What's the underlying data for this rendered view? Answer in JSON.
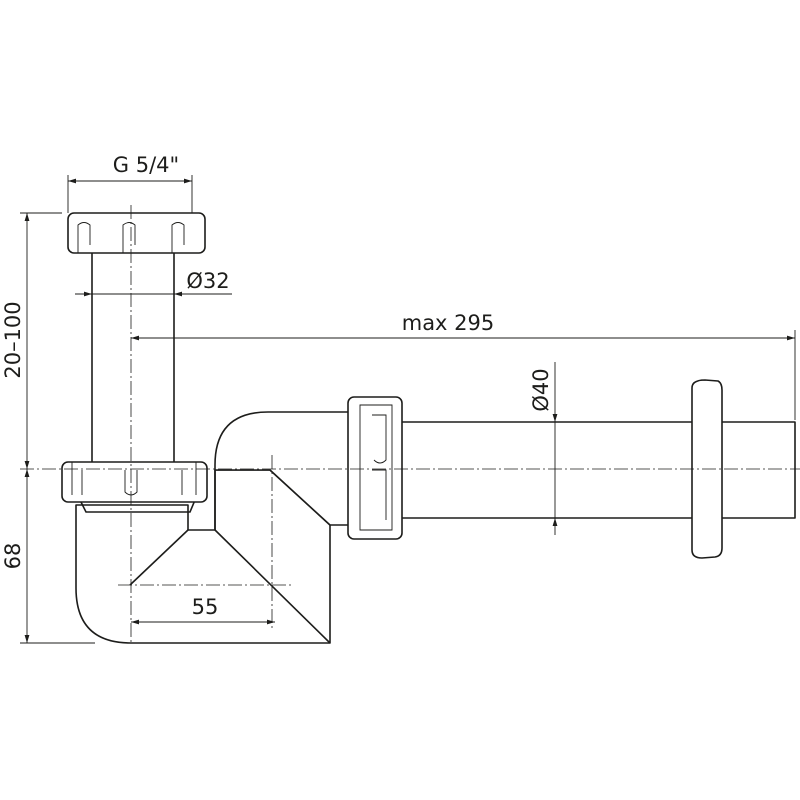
{
  "dimensions": {
    "thread": "G 5/4\"",
    "inlet_diameter": "Ø32",
    "max_length": "max 295",
    "outlet_diameter": "Ø40",
    "height_range": "20–100",
    "trap_height": "68",
    "offset": "55"
  }
}
